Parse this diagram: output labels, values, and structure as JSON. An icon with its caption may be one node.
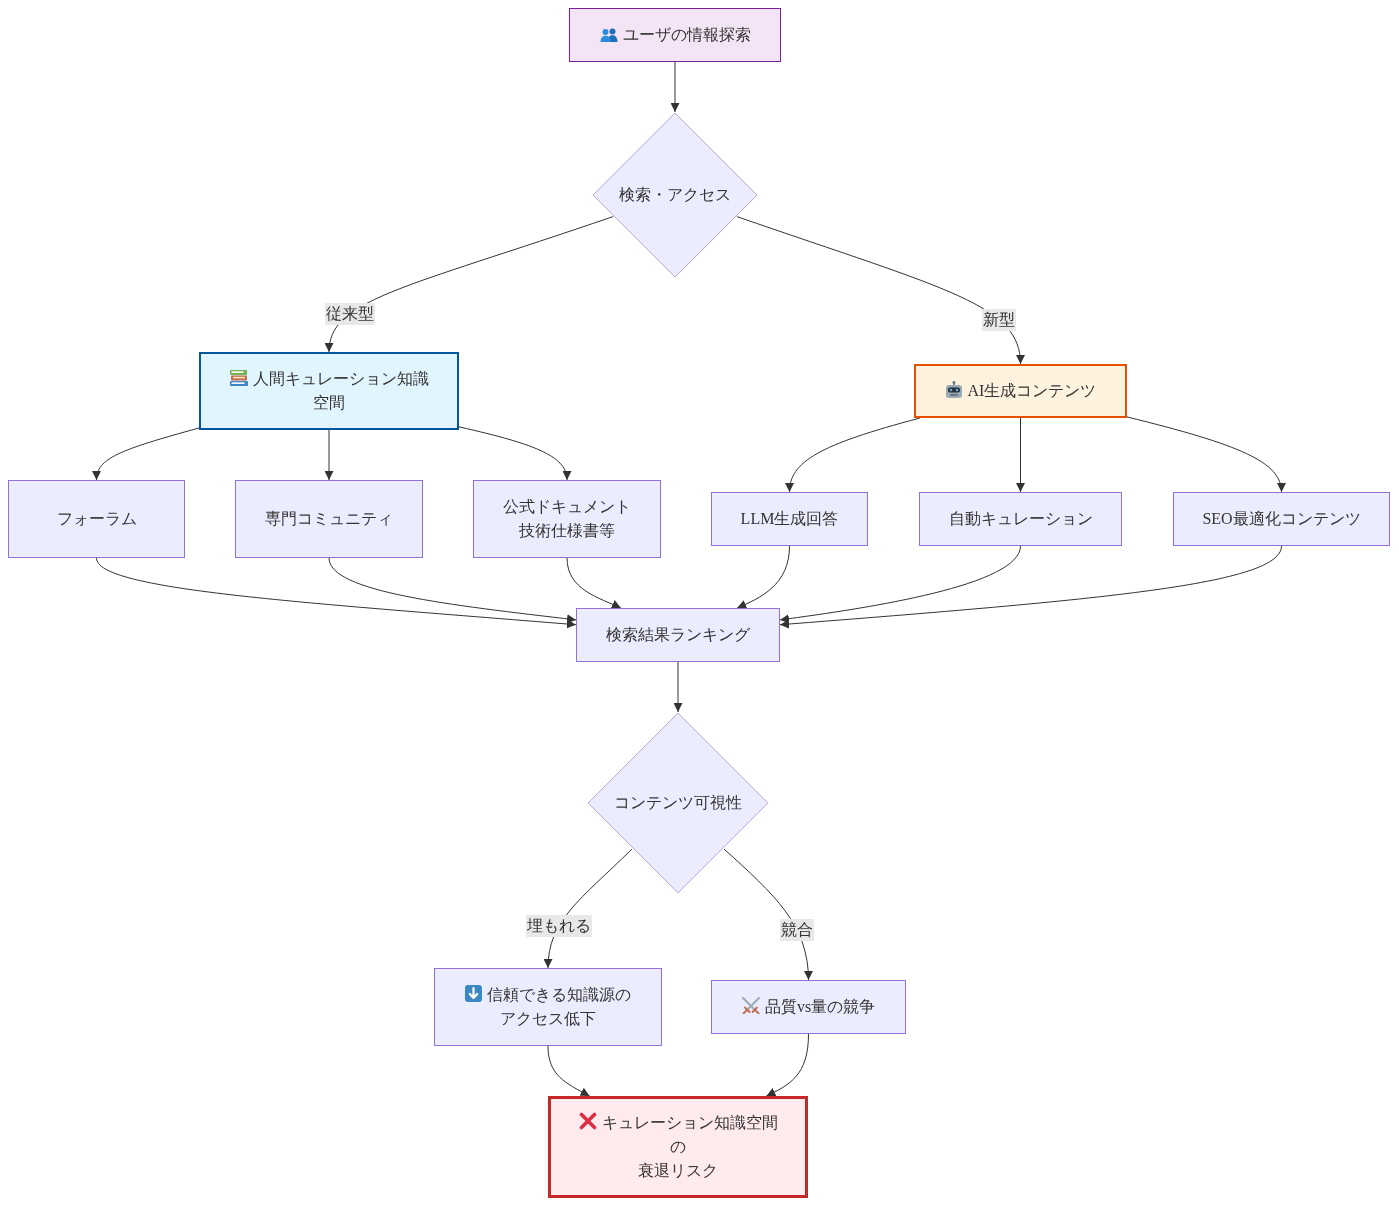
{
  "diagram": {
    "nodes": [
      {
        "text": [
          "ユーザの情報探索"
        ]
      },
      {
        "text": [
          "検索・アクセス"
        ]
      },
      {
        "text": [
          "人間キュレーション知識空間"
        ]
      },
      {
        "text": [
          "AI生成コンテンツ"
        ]
      },
      {
        "text": [
          "フォーラム"
        ]
      },
      {
        "text": [
          "専門コミュニティ"
        ]
      },
      {
        "text": [
          "公式ドキュメント",
          "技術仕様書等"
        ]
      },
      {
        "text": [
          "LLM生成回答"
        ]
      },
      {
        "text": [
          "自動キュレーション"
        ]
      },
      {
        "text": [
          "SEO最適化コンテンツ"
        ]
      },
      {
        "text": [
          "検索結果ランキング"
        ]
      },
      {
        "text": [
          "コンテンツ可視性"
        ]
      },
      {
        "text": [
          "信頼できる知識源のアクセス低下"
        ]
      },
      {
        "text": [
          "品質vs量の競争"
        ]
      },
      {
        "text": [
          "キュレーション知識空間",
          "の",
          "衰退リスク"
        ]
      }
    ],
    "edges": [
      {
        "from": 0,
        "to": 1,
        "arrow": "to"
      },
      {
        "from": 1,
        "to": 2,
        "arrow": "to",
        "label": "従来型"
      },
      {
        "from": 1,
        "to": 3,
        "arrow": "to",
        "label": "新型"
      },
      {
        "from": 2,
        "to": 4,
        "arrow": "to"
      },
      {
        "from": 2,
        "to": 5,
        "arrow": "to"
      },
      {
        "from": 2,
        "to": 6,
        "arrow": "to"
      },
      {
        "from": 3,
        "to": 7,
        "arrow": "to"
      },
      {
        "from": 3,
        "to": 8,
        "arrow": "to"
      },
      {
        "from": 3,
        "to": 9,
        "arrow": "to"
      },
      {
        "from": 4,
        "to": 10,
        "arrow": "to"
      },
      {
        "from": 5,
        "to": 10,
        "arrow": "to"
      },
      {
        "from": 6,
        "to": 10,
        "arrow": "to"
      },
      {
        "from": 7,
        "to": 10,
        "arrow": "to"
      },
      {
        "from": 8,
        "to": 10,
        "arrow": "to"
      },
      {
        "from": 9,
        "to": 10,
        "arrow": "to"
      },
      {
        "from": 10,
        "to": 11,
        "arrow": "to"
      },
      {
        "from": 11,
        "to": 12,
        "arrow": "to",
        "label": "埋もれる"
      },
      {
        "from": 11,
        "to": 13,
        "arrow": "to",
        "label": "競合"
      },
      {
        "from": 12,
        "to": 14,
        "arrow": "to"
      },
      {
        "from": 13,
        "to": 14,
        "arrow": "to"
      }
    ]
  }
}
